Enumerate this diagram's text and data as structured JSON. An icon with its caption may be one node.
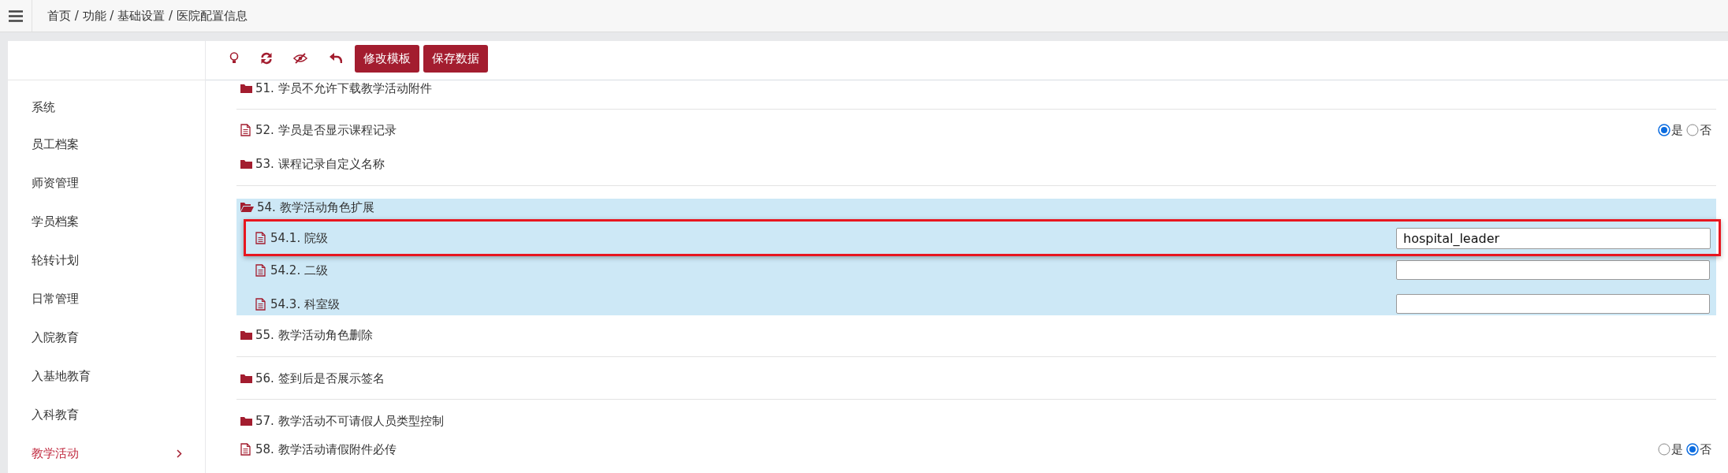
{
  "diagram": {
    "nodes": [
      {
        "text": [
          "54. 教学活动角色扩展",
          "54.2. 二级",
          "54.3. 科室级"
        ]
      },
      {
        "text": [
          "54.1. 院级",
          "hospital_leader"
        ],
        "in": 0
      }
    ],
    "labels": [
      "首页 / 功能 / 基础设置 / 医院配置信息",
      "系统",
      "员工档案",
      "师资管理",
      "学员档案",
      "轮转计划",
      "日常管理",
      "入院教育",
      "入基地教育",
      "入科教育",
      "教学活动",
      "修改模板",
      "保存数据",
      "51. 学员不允许下载教学活动附件",
      "52. 学员是否显示课程记录",
      "是",
      "否",
      "53. 课程记录自定义名称",
      "55. 教学活动角色删除",
      "56. 签到后是否展示签名",
      "57. 教学活动不可请假人员类型控制",
      "58. 教学活动请假附件必传",
      "是",
      "否"
    ]
  }
}
